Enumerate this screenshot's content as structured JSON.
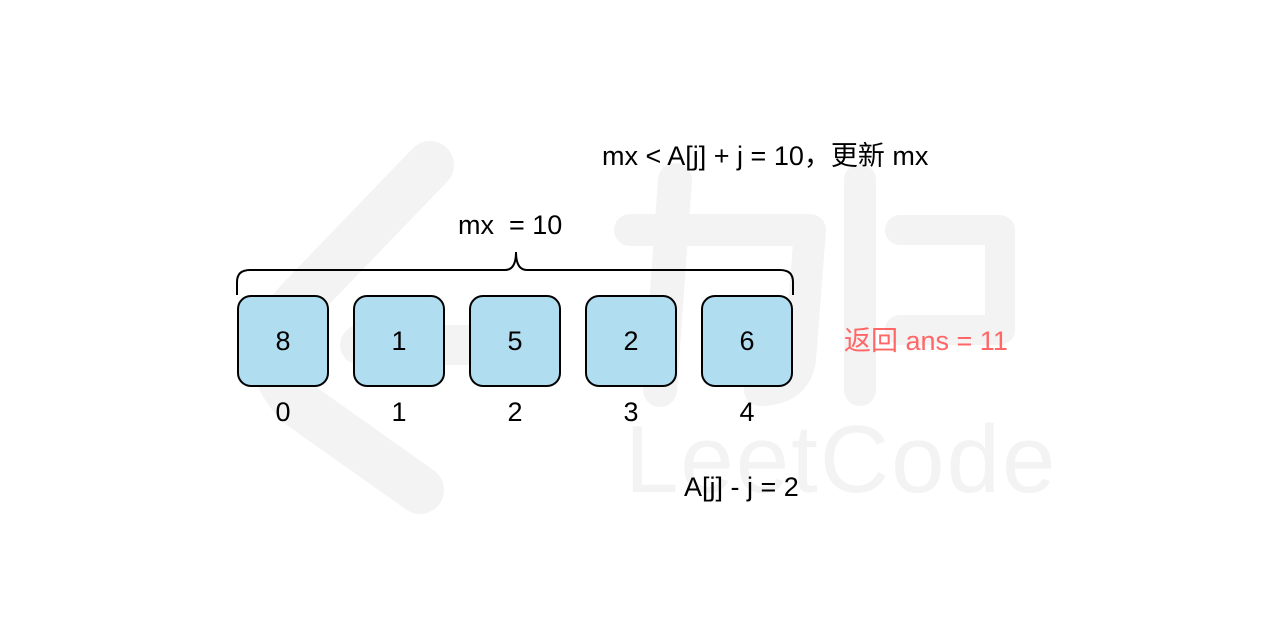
{
  "diagram": {
    "top_annotation": "mx < A[j] + j = 10，更新 mx",
    "brace_label": "mx  = 10",
    "array": {
      "values": [
        "8",
        "1",
        "5",
        "2",
        "6"
      ],
      "indices": [
        "0",
        "1",
        "2",
        "3",
        "4"
      ],
      "box_fill": "#b1ddf0",
      "box_stroke": "#000000"
    },
    "result_label": "返回 ans = 11",
    "result_color": "#ff6666",
    "bottom_annotation": "A[j] - j = 2",
    "watermark": {
      "chinese": "力扣",
      "latin": "LeetCode"
    }
  }
}
